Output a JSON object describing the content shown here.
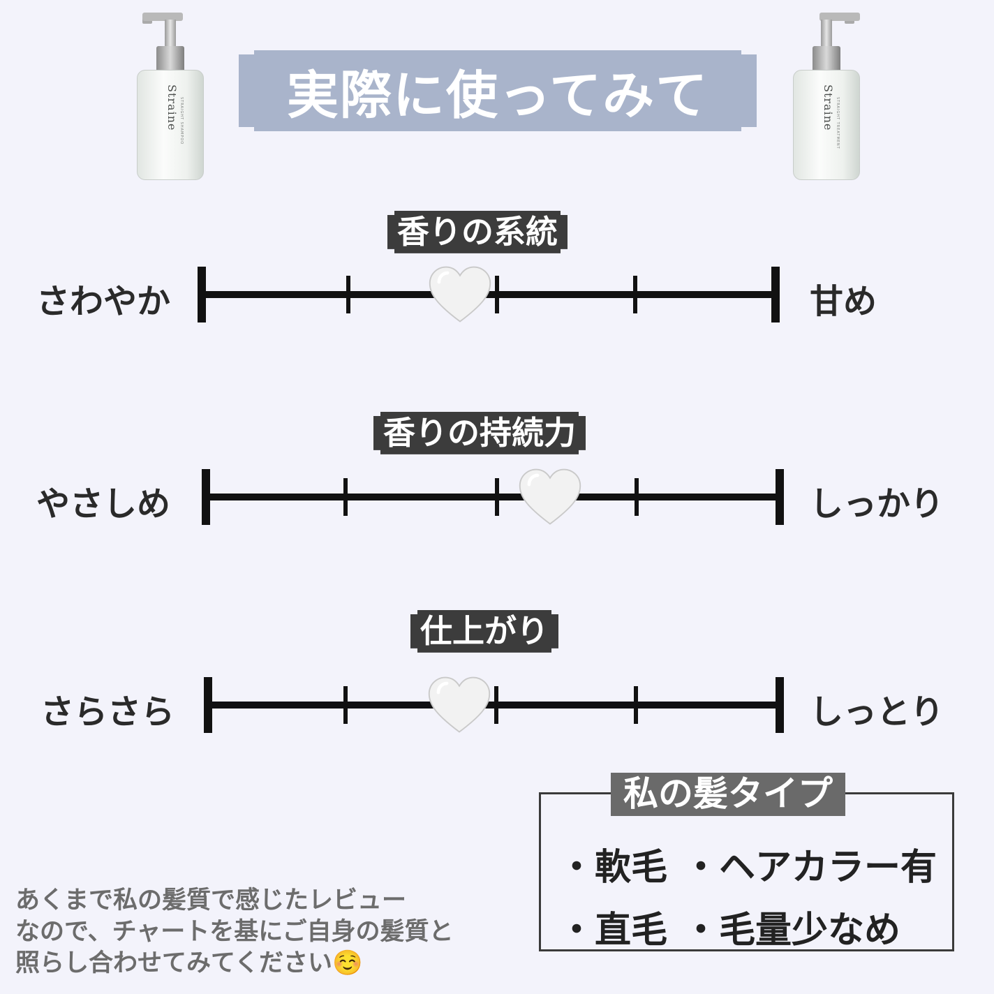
{
  "title": "実際に使ってみて",
  "bottles": [
    {
      "brand": "Straine",
      "product": "STRAIGHT SHAMPOO"
    },
    {
      "brand": "Straine",
      "product": "STRAIGHT TREATMENT"
    }
  ],
  "scales": [
    {
      "label": "香りの系統",
      "left": "さわやか",
      "right": "甘め",
      "marker_icon": "white-heart-icon",
      "value": 0.45
    },
    {
      "label": "香りの持続力",
      "left": "やさしめ",
      "right": "しっかり",
      "marker_icon": "white-heart-icon",
      "value": 0.6
    },
    {
      "label": "仕上がり",
      "left": "さらさら",
      "right": "しっとり",
      "marker_icon": "white-heart-icon",
      "value": 0.44
    }
  ],
  "hair_type": {
    "title": "私の髪タイプ",
    "items": [
      "・軟毛",
      "・ヘアカラー有",
      "・直毛",
      "・毛量少なめ"
    ]
  },
  "note": {
    "lines": [
      "あくまで私の髪質で感じたレビュー",
      "なので、チャートを基にご自身の髪質と",
      "照らし合わせてみてください☺️"
    ]
  }
}
